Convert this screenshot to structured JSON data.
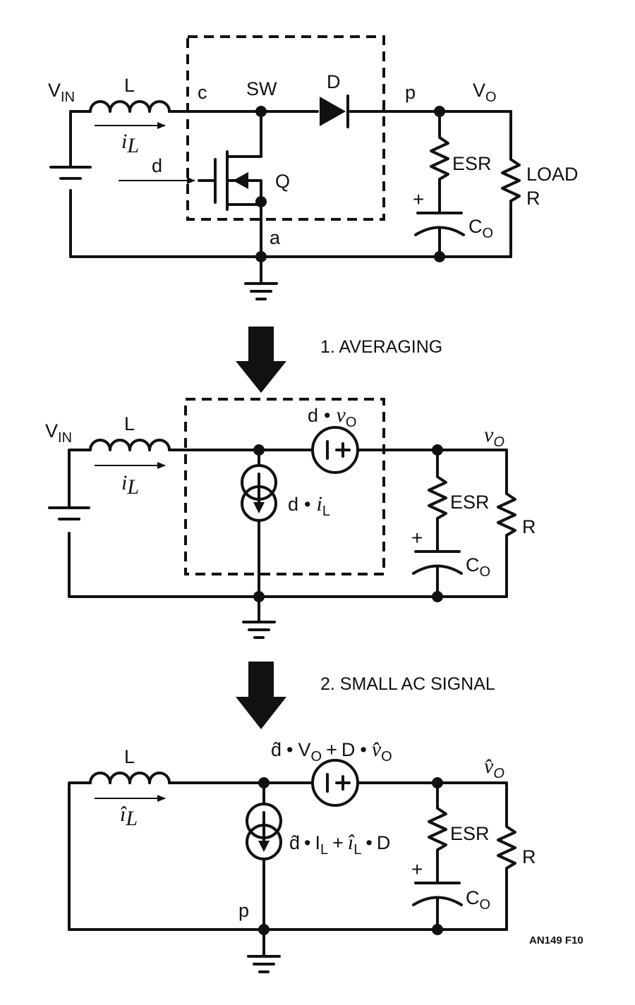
{
  "top": {
    "vin": "V",
    "vin_sub": "IN",
    "l": "L",
    "il": "i",
    "il_sub": "L",
    "c": "c",
    "sw": "SW",
    "d_diode": "D",
    "p": "p",
    "vo": "V",
    "vo_sub": "O",
    "d": "d",
    "q": "Q",
    "a": "a",
    "esr": "ESR",
    "load": "LOAD",
    "r": "R",
    "co": "C",
    "co_sub": "O",
    "plus": "+"
  },
  "step1": "1. AVERAGING",
  "mid": {
    "vin": "V",
    "vin_sub": "IN",
    "l": "L",
    "il": "i",
    "il_sub": "L",
    "vsrc_d": "d",
    "vsrc_vo": "v",
    "vsrc_vo_sub": "O",
    "vo": "v",
    "vo_sub": "O",
    "isrc_d": "d",
    "isrc_il": "i",
    "isrc_il_sub": "L",
    "esr": "ESR",
    "r": "R",
    "co": "C",
    "co_sub": "O",
    "plus": "+"
  },
  "step2": "2. SMALL AC SIGNAL",
  "bot": {
    "l": "L",
    "il": "î",
    "il_sub": "L",
    "vsrc_dhat": "d̂",
    "vsrc_vo": "V",
    "vsrc_vo_sub": "O",
    "vsrc_plus": "+",
    "vsrc_D": "D",
    "vsrc_vohat": "v̂",
    "vsrc_vohat_sub": "O",
    "vo": "v̂",
    "vo_sub": "O",
    "isrc_dhat": "d̂",
    "isrc_IL": "I",
    "isrc_IL_sub": "L",
    "isrc_plus": "+",
    "isrc_ilhat": "î",
    "isrc_ilhat_sub": "L",
    "isrc_D": "D",
    "p": "p",
    "esr": "ESR",
    "r": "R",
    "co": "C",
    "co_sub": "O",
    "plus": "+"
  },
  "figure_tag": "AN149 F10",
  "bullet": "•",
  "src_I": "I",
  "src_plus": "+"
}
